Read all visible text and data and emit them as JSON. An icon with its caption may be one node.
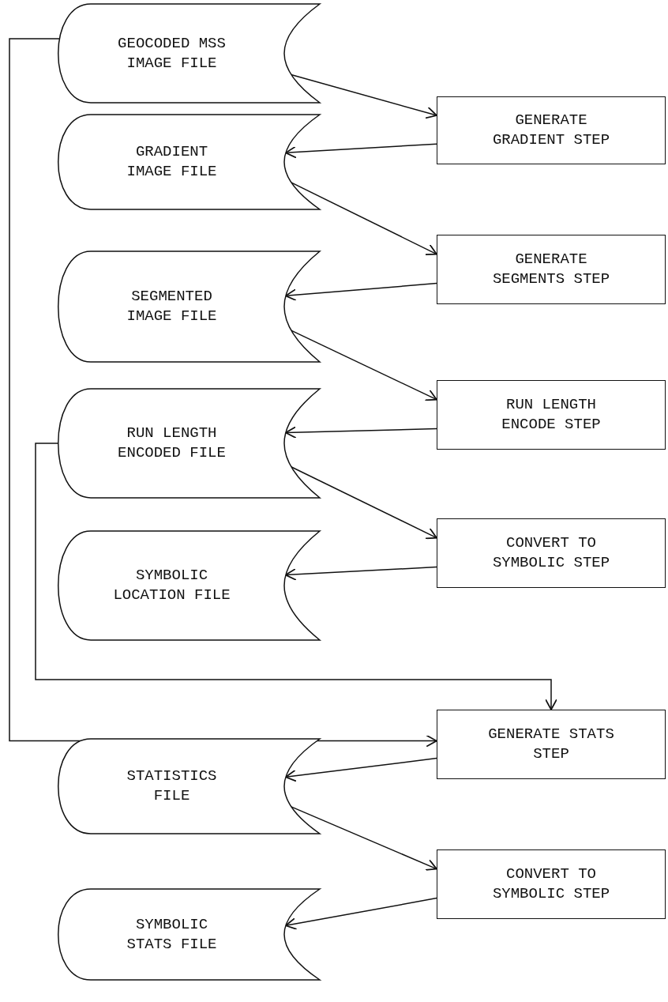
{
  "diagram": {
    "nodes": [
      {
        "text": [
          "GEOCODED MSS IMAGE FILE"
        ]
      },
      {
        "text": [
          "GENERATE GRADIENT STEP"
        ]
      },
      {
        "text": [
          "GRADIENT IMAGE FILE"
        ]
      },
      {
        "text": [
          "GENERATE SEGMENTS STEP"
        ]
      },
      {
        "text": [
          "SEGMENTED IMAGE FILE"
        ]
      },
      {
        "text": [
          "RUN LENGTH ENCODE STEP"
        ]
      },
      {
        "text": [
          "RUN LENGTH ENCODED FILE"
        ]
      },
      {
        "text": [
          "CONVERT TO SYMBOLIC STEP"
        ]
      },
      {
        "text": [
          "SYMBOLIC LOCATION FILE"
        ]
      },
      {
        "text": [
          "GENERATE STATS STEP"
        ]
      },
      {
        "text": [
          "STATISTICS FILE"
        ]
      },
      {
        "text": [
          "CONVERT TO SYMBOLIC STEP"
        ]
      },
      {
        "text": [
          "SYMBOLIC STATS FILE"
        ]
      }
    ],
    "edges": [
      {
        "from": 0,
        "to": 1,
        "arrow": "to"
      },
      {
        "from": 1,
        "to": 2,
        "arrow": "to"
      },
      {
        "from": 2,
        "to": 3,
        "arrow": "to"
      },
      {
        "from": 3,
        "to": 4,
        "arrow": "to"
      },
      {
        "from": 4,
        "to": 5,
        "arrow": "to"
      },
      {
        "from": 5,
        "to": 6,
        "arrow": "to"
      },
      {
        "from": 6,
        "to": 7,
        "arrow": "to"
      },
      {
        "from": 7,
        "to": 8,
        "arrow": "to"
      },
      {
        "from": 0,
        "to": 9,
        "arrow": "to"
      },
      {
        "from": 6,
        "to": 9,
        "arrow": "to"
      },
      {
        "from": 9,
        "to": 10,
        "arrow": "to"
      },
      {
        "from": 10,
        "to": 11,
        "arrow": "to"
      },
      {
        "from": 11,
        "to": 12,
        "arrow": "to"
      }
    ]
  }
}
